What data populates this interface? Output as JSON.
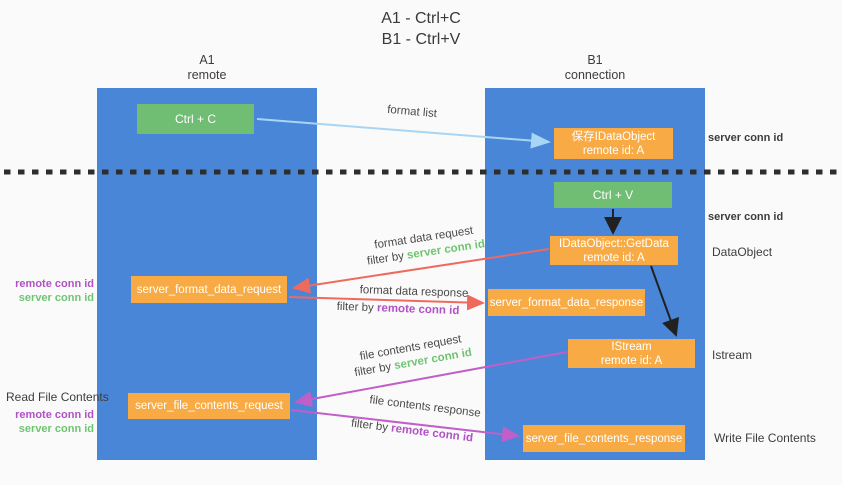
{
  "title": {
    "line1": "A1 - Ctrl+C",
    "line2": "B1 - Ctrl+V"
  },
  "lanes": {
    "a": {
      "id": "A1",
      "role": "remote"
    },
    "b": {
      "id": "B1",
      "role": "connection"
    }
  },
  "boxes": {
    "ctrl_c": {
      "label": "Ctrl + C"
    },
    "ctrl_v": {
      "label": "Ctrl + V"
    },
    "save_dataobject": {
      "line1": "保存IDataObject",
      "line2": "remote id: A"
    },
    "getdata": {
      "line1": "IDataObject::GetData",
      "line2": "remote id: A"
    },
    "istream": {
      "line1": "IStream",
      "line2": "remote id: A"
    },
    "format_request": {
      "label": "server_format_data_request"
    },
    "format_response": {
      "label": "server_format_data_response"
    },
    "file_request": {
      "label": "server_file_contents_request"
    },
    "file_response": {
      "label": "server_file_contents_response"
    }
  },
  "arrow_labels": {
    "format_list": "format list",
    "format_data_request": "format data request",
    "format_data_response": "format data response",
    "file_contents_request": "file contents request",
    "file_contents_response": "file contents response",
    "filter_by": "filter by",
    "server_conn_id": "server conn id",
    "remote_conn_id": "remote conn id"
  },
  "side_labels": {
    "server_conn_id_top": "server conn id",
    "server_conn_id_mid": "server conn id",
    "dataobject": "DataObject",
    "istream": "Istream",
    "write_file_contents": "Write File Contents",
    "read_file_contents": "Read File Contents",
    "remote_conn_id": "remote conn id",
    "server_conn_id": "server conn id"
  },
  "colors": {
    "background": "#fafafa",
    "lane_blue": "#4a86d8",
    "box_orange": "#f8ab44",
    "box_green": "#6fbe73",
    "arrow_red": "#ee6a5f",
    "arrow_magenta": "#c05fc8",
    "arrow_light_blue": "#a9d5f5",
    "arrow_black": "#212121",
    "divider_black": "#2d2d2d",
    "conn_id_green": "#6ec571",
    "conn_id_purple": "#b052c5"
  }
}
